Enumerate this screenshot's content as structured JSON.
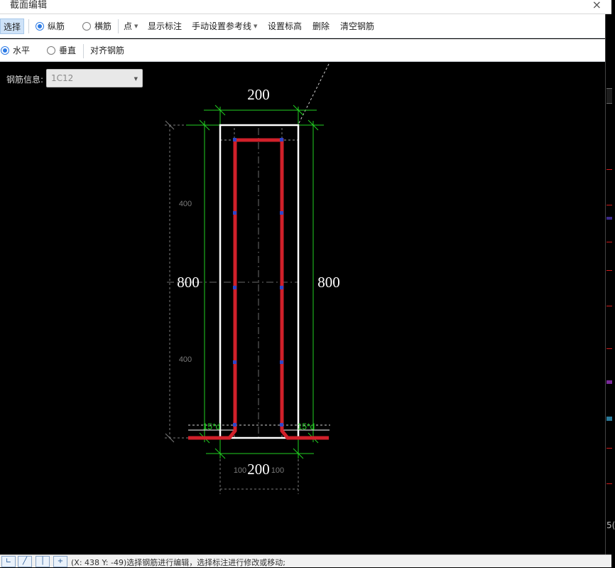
{
  "window": {
    "title": "截面编辑",
    "close_icon": "×"
  },
  "toolbar": {
    "select": "选择",
    "rebar_longitudinal": "纵筋",
    "rebar_transverse": "横筋",
    "point": "点",
    "show_annotation": "显示标注",
    "manual_ref_line": "手动设置参考线",
    "set_elevation": "设置标高",
    "delete": "删除",
    "clear_rebar": "清空钢筋"
  },
  "toolbar2": {
    "horizontal": "水平",
    "vertical": "垂直",
    "align_rebar": "对齐钢筋"
  },
  "rebar_info": {
    "label": "钢筋信息:",
    "value": "1C12"
  },
  "drawing": {
    "dim_top": "200",
    "dim_bottom": "200",
    "dim_left": "800",
    "dim_right": "800",
    "dim_left_upper": "400",
    "dim_left_lower": "400",
    "dim_bottom_left": "100",
    "dim_bottom_right": "100",
    "hook_left": "15*d",
    "hook_right": "15*d",
    "colors": {
      "concrete": "#ffffff",
      "rebar": "#d1202a",
      "dimension": "#22d022",
      "aux": "#8a8a8a",
      "node": "#2f47c9"
    }
  },
  "right_strip": {
    "label": "5("
  },
  "statusbar": {
    "tool_icons": [
      "corner-icon",
      "diagonal-line-icon",
      "vertical-line-icon",
      "add-icon"
    ],
    "text": "(X: 438 Y: -49)选择钢筋进行编辑，选择标注进行修改或移动;"
  }
}
